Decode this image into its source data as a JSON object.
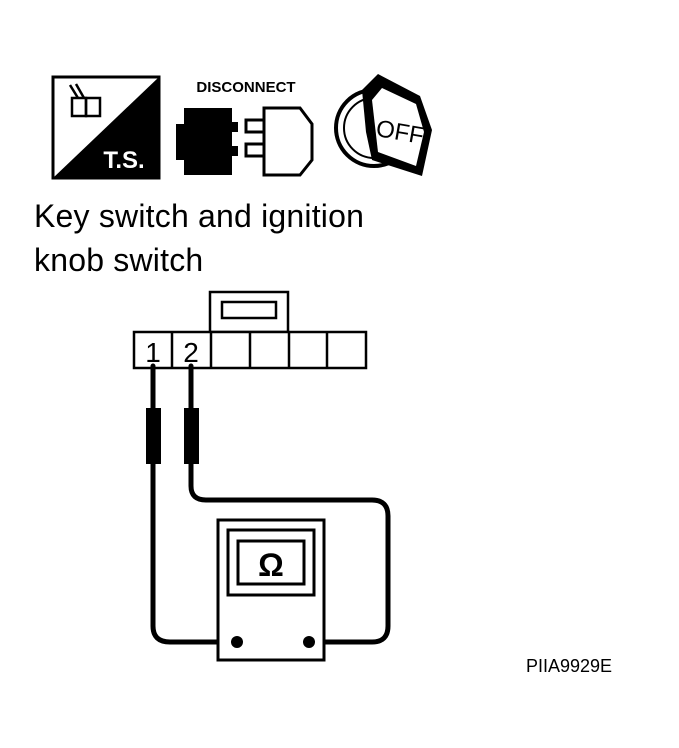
{
  "icons": {
    "ts_label": "T.S.",
    "disconnect_label": "DISCONNECT",
    "off_label": "OFF"
  },
  "caption": {
    "line1": "Key switch and ignition",
    "line2": "knob switch"
  },
  "connector": {
    "terminals": [
      "1",
      "2"
    ]
  },
  "meter": {
    "symbol": "Ω"
  },
  "reference_code": "PIIA9929E"
}
